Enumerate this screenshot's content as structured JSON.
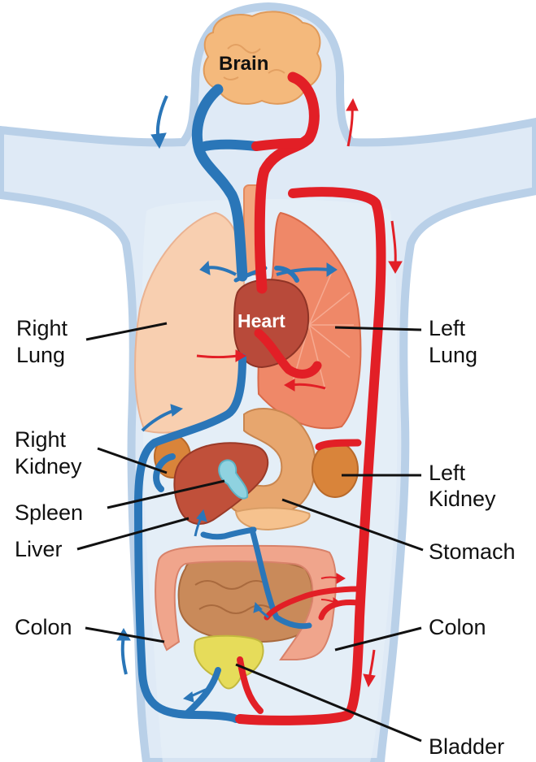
{
  "labels": {
    "brain": "Brain",
    "heart": "Heart",
    "right_lung_1": "Right",
    "right_lung_2": "Lung",
    "left_lung_1": "Left",
    "left_lung_2": "Lung",
    "right_kidney_1": "Right",
    "right_kidney_2": "Kidney",
    "left_kidney_1": "Left",
    "left_kidney_2": "Kidney",
    "spleen": "Spleen",
    "liver": "Liver",
    "stomach": "Stomach",
    "colon_left": "Colon",
    "colon_right": "Colon",
    "bladder": "Bladder"
  },
  "colors": {
    "body": "#dfeaf6",
    "body_outline": "#b9d0e8",
    "vein": "#2a76b8",
    "artery": "#e21f26",
    "brain": "#f4b97c",
    "right_lung": "#f8cfb0",
    "left_lung": "#ef8868",
    "heart": "#b84a3a",
    "liver": "#c0503a",
    "stomach": "#e7a66e",
    "kidney": "#d9843a",
    "colon": "#f0a58c",
    "small_intestine": "#c98a5a",
    "bladder": "#e6dc5a",
    "spleen": "#8fd2e0"
  }
}
